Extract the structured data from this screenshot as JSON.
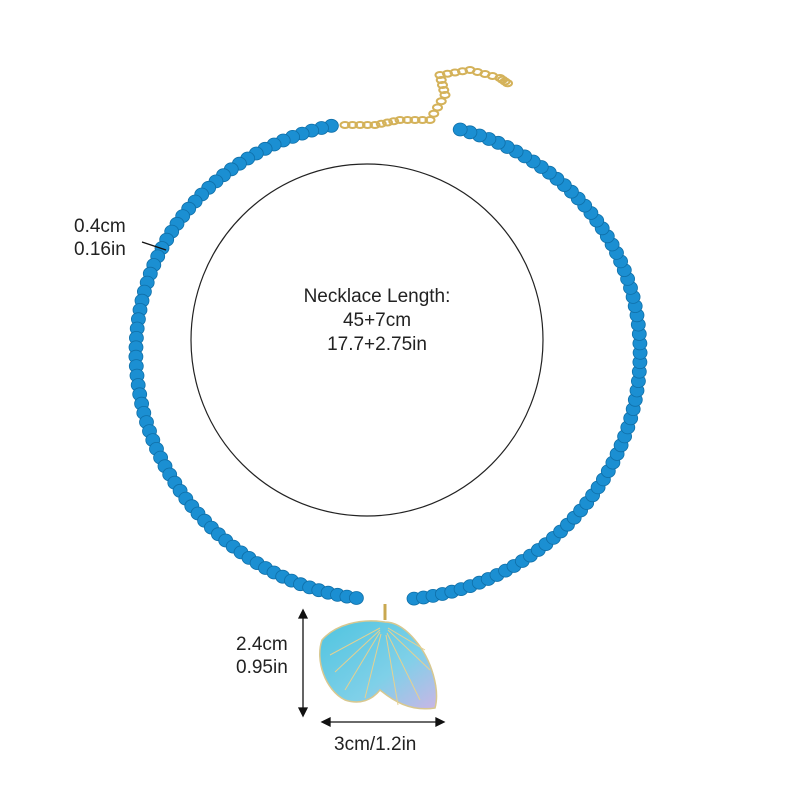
{
  "bead_size": {
    "cm": "0.4cm",
    "in": "0.16in"
  },
  "length": {
    "label": "Necklace Length:",
    "cm": "45+7cm",
    "in": "17.7+2.75in"
  },
  "pendant_height": {
    "cm": "2.4cm",
    "in": "0.95in"
  },
  "pendant_width": "3cm/1.2in",
  "colors": {
    "bead": "#1b8fd2",
    "chain": "#d4b25a"
  }
}
